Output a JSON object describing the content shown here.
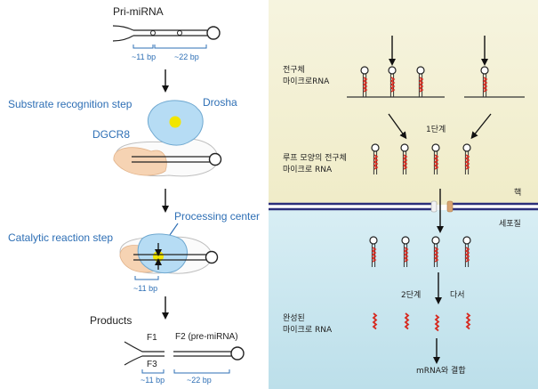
{
  "left_panel": {
    "pri_mirna_label": "Pri-miRNA",
    "bp11_label": "~11 bp",
    "bp22_label": "~22 bp",
    "substrate_step_label": "Substrate recognition step",
    "drosha_label": "Drosha",
    "dgcr8_label": "DGCR8",
    "processing_center_label": "Processing center",
    "catalytic_step_label": "Catalytic reaction step",
    "bp11_label_2": "~11 bp",
    "products_label": "Products",
    "f1_label": "F1",
    "f2_label": "F2 (pre-miRNA)",
    "f3_label": "F3",
    "bp11_label_3": "~11 bp",
    "bp22_label_3": "~22 bp"
  },
  "right_panel": {
    "precursor_label_line1": "전구체",
    "precursor_label_line2": "마이크로RNA",
    "step1_label": "1단계",
    "loop_precursor_line1": "루프 모양의 전구체",
    "loop_precursor_line2": "마이크로 RNA",
    "nucleus_label": "핵",
    "cytoplasm_label": "세포질",
    "step2_label": "2단계",
    "dicer_label": "다서",
    "mature_line1": "완성된",
    "mature_line2": "마이크로 RNA",
    "binding_label": "mRNA와 결합"
  },
  "colors": {
    "drosha": "#b6dcf4",
    "dgcr8": "#f6d3b3",
    "processing_center": "#f2e600",
    "step_label": "#2e6fb5",
    "nucleus_bg": "#f3f1d5",
    "cytoplasm_bg": "#cde8ef",
    "rna_red": "#d62a20"
  }
}
